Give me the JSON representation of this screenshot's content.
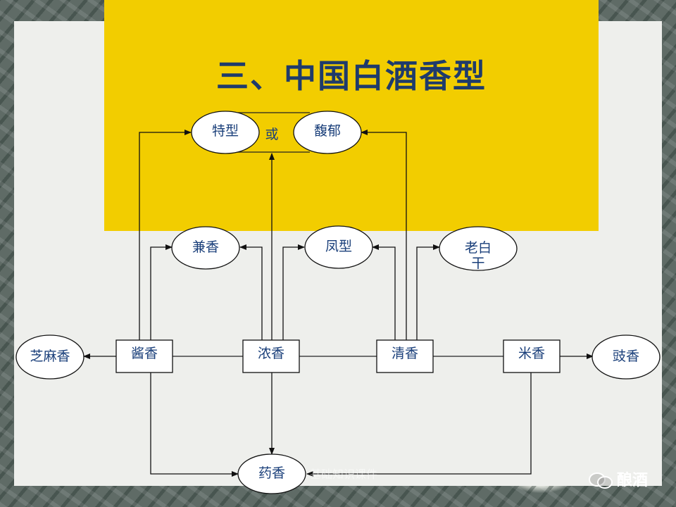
{
  "slide": {
    "title": "三、中国白酒香型",
    "footer_text": "基础知识课件",
    "brand": "酿酒"
  },
  "diagram": {
    "nodes": {
      "texing": "特型",
      "or": "或",
      "fuyu": "馥郁",
      "jianxiang": "兼香",
      "fengxing": "凤型",
      "laobaigan": "老白干",
      "zhimaxiang": "芝麻香",
      "jiangxiang": "酱香",
      "nongxiang": "浓香",
      "qingxiang": "清香",
      "mixiang": "米香",
      "chixiang": "豉香",
      "yaoxiang": "药香"
    }
  },
  "colors": {
    "accent_yellow": "#f2cd00",
    "title_blue": "#1f3b6b",
    "label_blue": "#1a3f7a"
  }
}
